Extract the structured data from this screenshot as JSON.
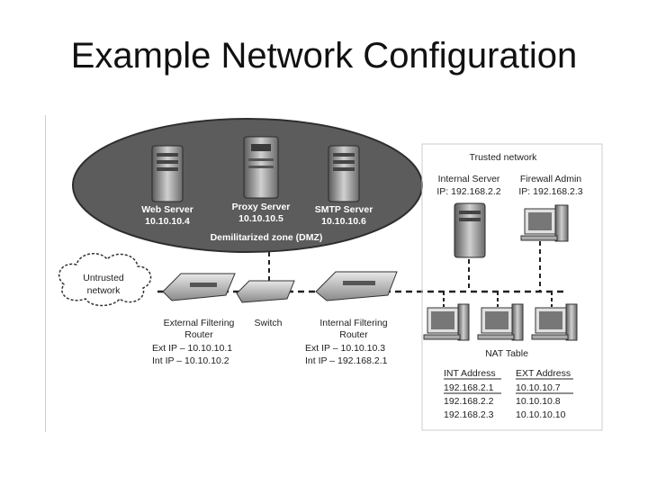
{
  "slide": {
    "title": "Example Network Configuration"
  },
  "dmz": {
    "zone_label": "Demilitarized zone (DMZ)",
    "servers": [
      {
        "name": "Web Server",
        "ip": "10.10.10.4"
      },
      {
        "name": "Proxy Server",
        "ip": "10.10.10.5"
      },
      {
        "name": "SMTP Server",
        "ip": "10.10.10.6"
      }
    ]
  },
  "untrusted": {
    "line1": "Untrusted",
    "line2": "network"
  },
  "ext_router": {
    "line1": "External Filtering",
    "line2": "Router",
    "ext_ip": "Ext IP – 10.10.10.1",
    "int_ip": "Int IP – 10.10.10.2"
  },
  "switch": {
    "label": "Switch"
  },
  "int_router": {
    "line1": "Internal Filtering",
    "line2": "Router",
    "ext_ip": "Ext IP – 10.10.10.3",
    "int_ip": "Int IP – 192.168.2.1"
  },
  "trusted": {
    "title": "Trusted network",
    "internal_server": {
      "name": "Internal Server",
      "ip": "IP: 192.168.2.2"
    },
    "firewall_admin": {
      "name": "Firewall Admin",
      "ip": "IP: 192.168.2.3"
    }
  },
  "nat": {
    "title": "NAT Table",
    "headers": [
      "INT Address",
      "EXT Address"
    ],
    "rows": [
      [
        "192.168.2.1",
        "10.10.10.7"
      ],
      [
        "192.168.2.2",
        "10.10.10.8"
      ],
      [
        "192.168.2.3",
        "10.10.10.10"
      ]
    ]
  }
}
